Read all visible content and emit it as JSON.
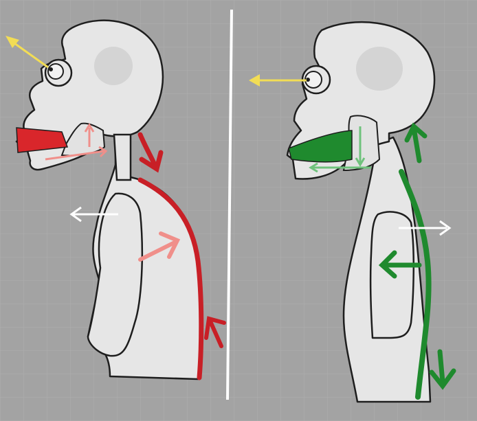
{
  "colors": {
    "background": "#a4a4a4",
    "grid": "#b2b2b2",
    "figure_fill": "#e6e6e6",
    "figure_outline": "#1e1e1e",
    "divider": "#ffffff",
    "gaze_arrow": "#f2dd55",
    "bad_posture": "#d9262b",
    "bad_posture_light": "#f08f8a",
    "good_posture": "#1f8a2e",
    "good_posture_light": "#6fc27c",
    "neutral_arrow": "#ffffff"
  },
  "panels": [
    {
      "posture": "incorrect",
      "accent": "red"
    },
    {
      "posture": "correct",
      "accent": "green"
    }
  ],
  "icons": [
    "gaze-arrow-icon",
    "spine-line-icon",
    "direction-arrow-icon"
  ]
}
